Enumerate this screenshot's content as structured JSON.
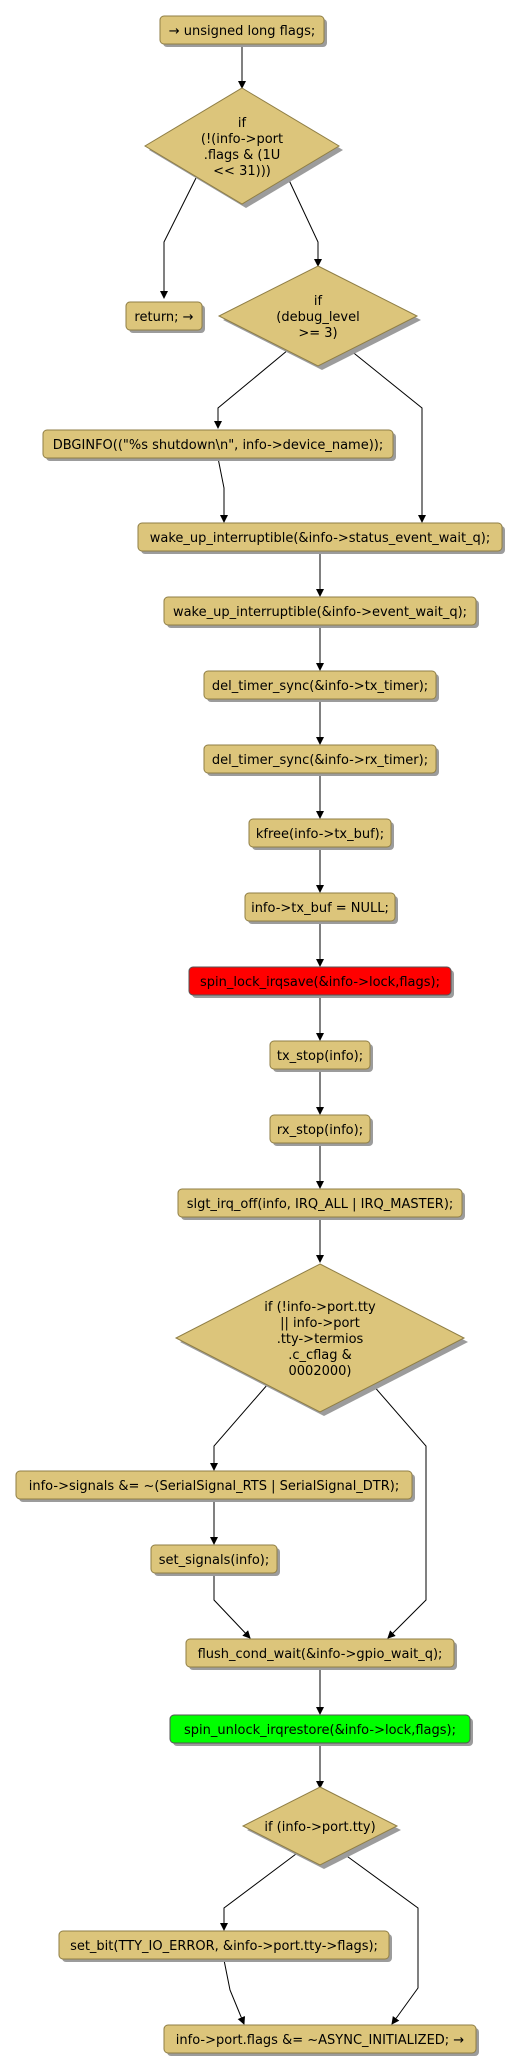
{
  "colors": {
    "node_fill": "#dcc57b",
    "node_stroke": "#8f7e45",
    "shadow": "#9c9c9c",
    "lock_fill": "#ff0000",
    "unlock_fill": "#00ff00"
  },
  "nodes": {
    "start": "→ unsigned long flags;",
    "if_port_flags": [
      "if",
      "(!(info->port",
      ".flags & (1U",
      "<< 31)))"
    ],
    "return_early": "return; →",
    "if_debug_level": [
      "if",
      "(debug_level",
      ">= 3)"
    ],
    "dbginfo": "DBGINFO((\"%s shutdown\\n\", info->device_name));",
    "wake_status": "wake_up_interruptible(&info->status_event_wait_q);",
    "wake_event": "wake_up_interruptible(&info->event_wait_q);",
    "del_tx_timer": "del_timer_sync(&info->tx_timer);",
    "del_rx_timer": "del_timer_sync(&info->rx_timer);",
    "kfree_tx_buf": "kfree(info->tx_buf);",
    "tx_buf_null": "info->tx_buf = NULL;",
    "spin_lock": "spin_lock_irqsave(&info->lock,flags);",
    "tx_stop": "tx_stop(info);",
    "rx_stop": "rx_stop(info);",
    "irq_off": "slgt_irq_off(info, IRQ_ALL | IRQ_MASTER);",
    "if_tty": [
      "if (!info->port.tty",
      "|| info->port",
      ".tty->termios",
      ".c_cflag &",
      "0002000)"
    ],
    "signals_clear": "info->signals &= ~(SerialSignal_RTS | SerialSignal_DTR);",
    "set_signals": "set_signals(info);",
    "flush_cond_wait": "flush_cond_wait(&info->gpio_wait_q);",
    "spin_unlock": "spin_unlock_irqrestore(&info->lock,flags);",
    "if_port_tty": "if (info->port.tty)",
    "set_bit": "set_bit(TTY_IO_ERROR, &info->port.tty->flags);",
    "end": "info->port.flags &= ~ASYNC_INITIALIZED; →"
  }
}
